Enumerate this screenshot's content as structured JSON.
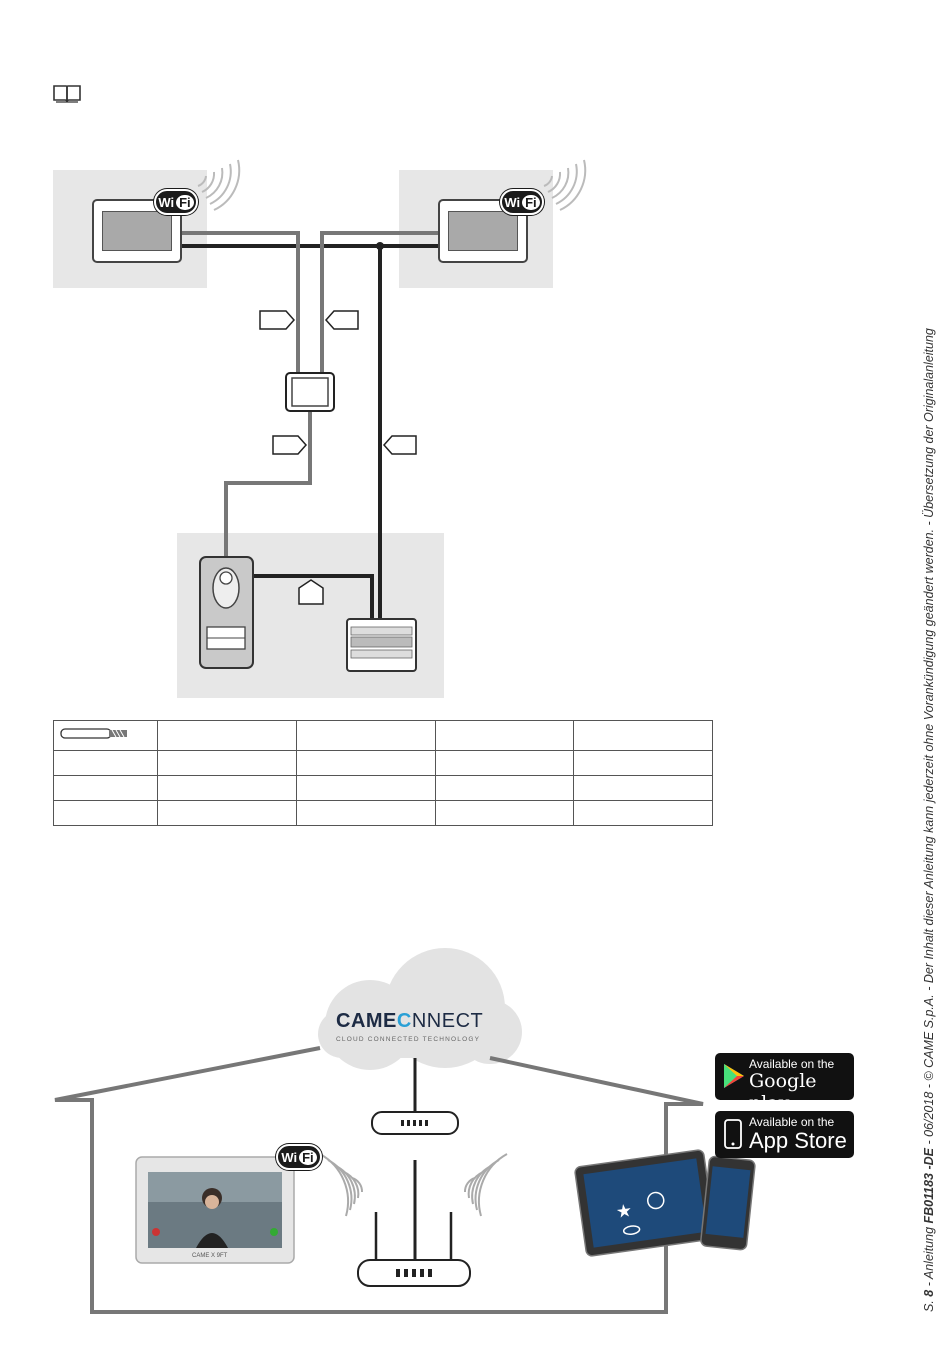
{
  "wifi": {
    "wi": "Wi",
    "fi": "Fi"
  },
  "cloud": {
    "brand_left": "CAME",
    "brand_right": "NNECT",
    "tagline": "CLOUD CONNECTED TECHNOLOGY"
  },
  "stores": {
    "google": {
      "small": "Available on the",
      "big": "Google play"
    },
    "apple": {
      "small": "Available on the",
      "big": "App Store"
    }
  },
  "monitor_label": "CAME X 9FT",
  "side_note": {
    "prefix": "S. ",
    "page": "8",
    "mid": " - Anleitung ",
    "doc": "FB01183 -DE",
    "suffix": " - 06/2018 - © CAME S.p.A. - Der Inhalt dieser Anleitung kann jederzeit ohne Vorankündigung geändert werden. - Übersetzung der Originalanleitung"
  },
  "icons": [
    "book-icon",
    "wifi-icon",
    "cable-icon",
    "apple-icon",
    "play-icon"
  ]
}
